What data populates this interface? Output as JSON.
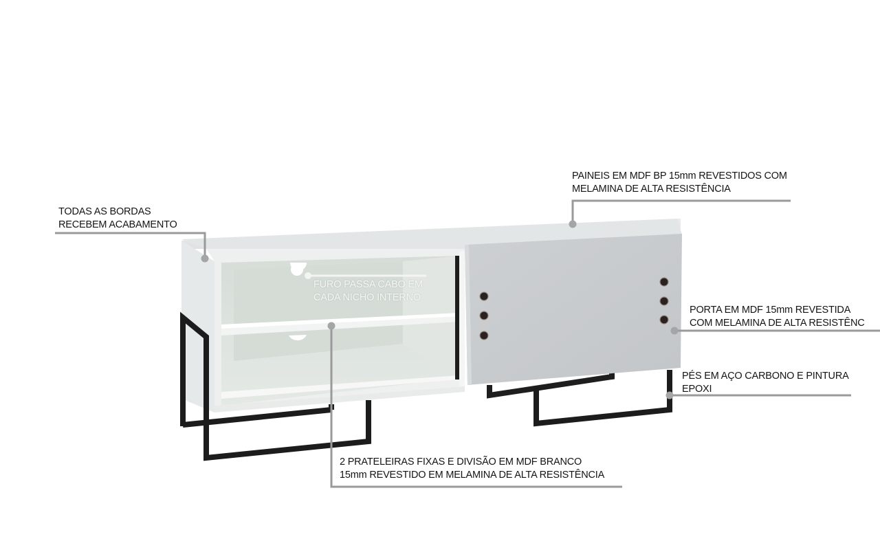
{
  "product": {
    "name": "tv-stand-rack",
    "colors": {
      "body_white": "#eceeee",
      "door_gray": "#c9cccd",
      "interior": "#dde3de",
      "legs_black": "#1c1c1c",
      "leader_gray": "#9a9a9a",
      "dot_gray": "#a3a5a6",
      "text": "#141414"
    }
  },
  "callouts": [
    {
      "id": "panels",
      "lines": [
        "PAINEIS  EM MDF  BP 15mm REVESTIDOS COM",
        "MELAMINA DE ALTA RESISTÊNCIA"
      ]
    },
    {
      "id": "edges",
      "lines": [
        "TODAS AS BORDAS",
        "RECEBEM ACABAMENTO"
      ]
    },
    {
      "id": "cable-hole",
      "lines": [
        "FURO PASSA CABO EM",
        "CADA NICHO INTERNO"
      ]
    },
    {
      "id": "door",
      "lines": [
        "PORTA EM MDF 15mm REVESTIDA",
        "COM MELAMINA DE ALTA RESISTÊNC"
      ]
    },
    {
      "id": "legs",
      "lines": [
        "PÉS EM AÇO CARBONO E PINTURA",
        "EPOXI"
      ]
    },
    {
      "id": "shelves",
      "lines": [
        "2 PRATELEIRAS FIXAS E DIVISÃO EM MDF BRANCO",
        "15mm  REVESTIDO EM MELAMINA DE ALTA RESISTÊNCIA"
      ]
    }
  ]
}
